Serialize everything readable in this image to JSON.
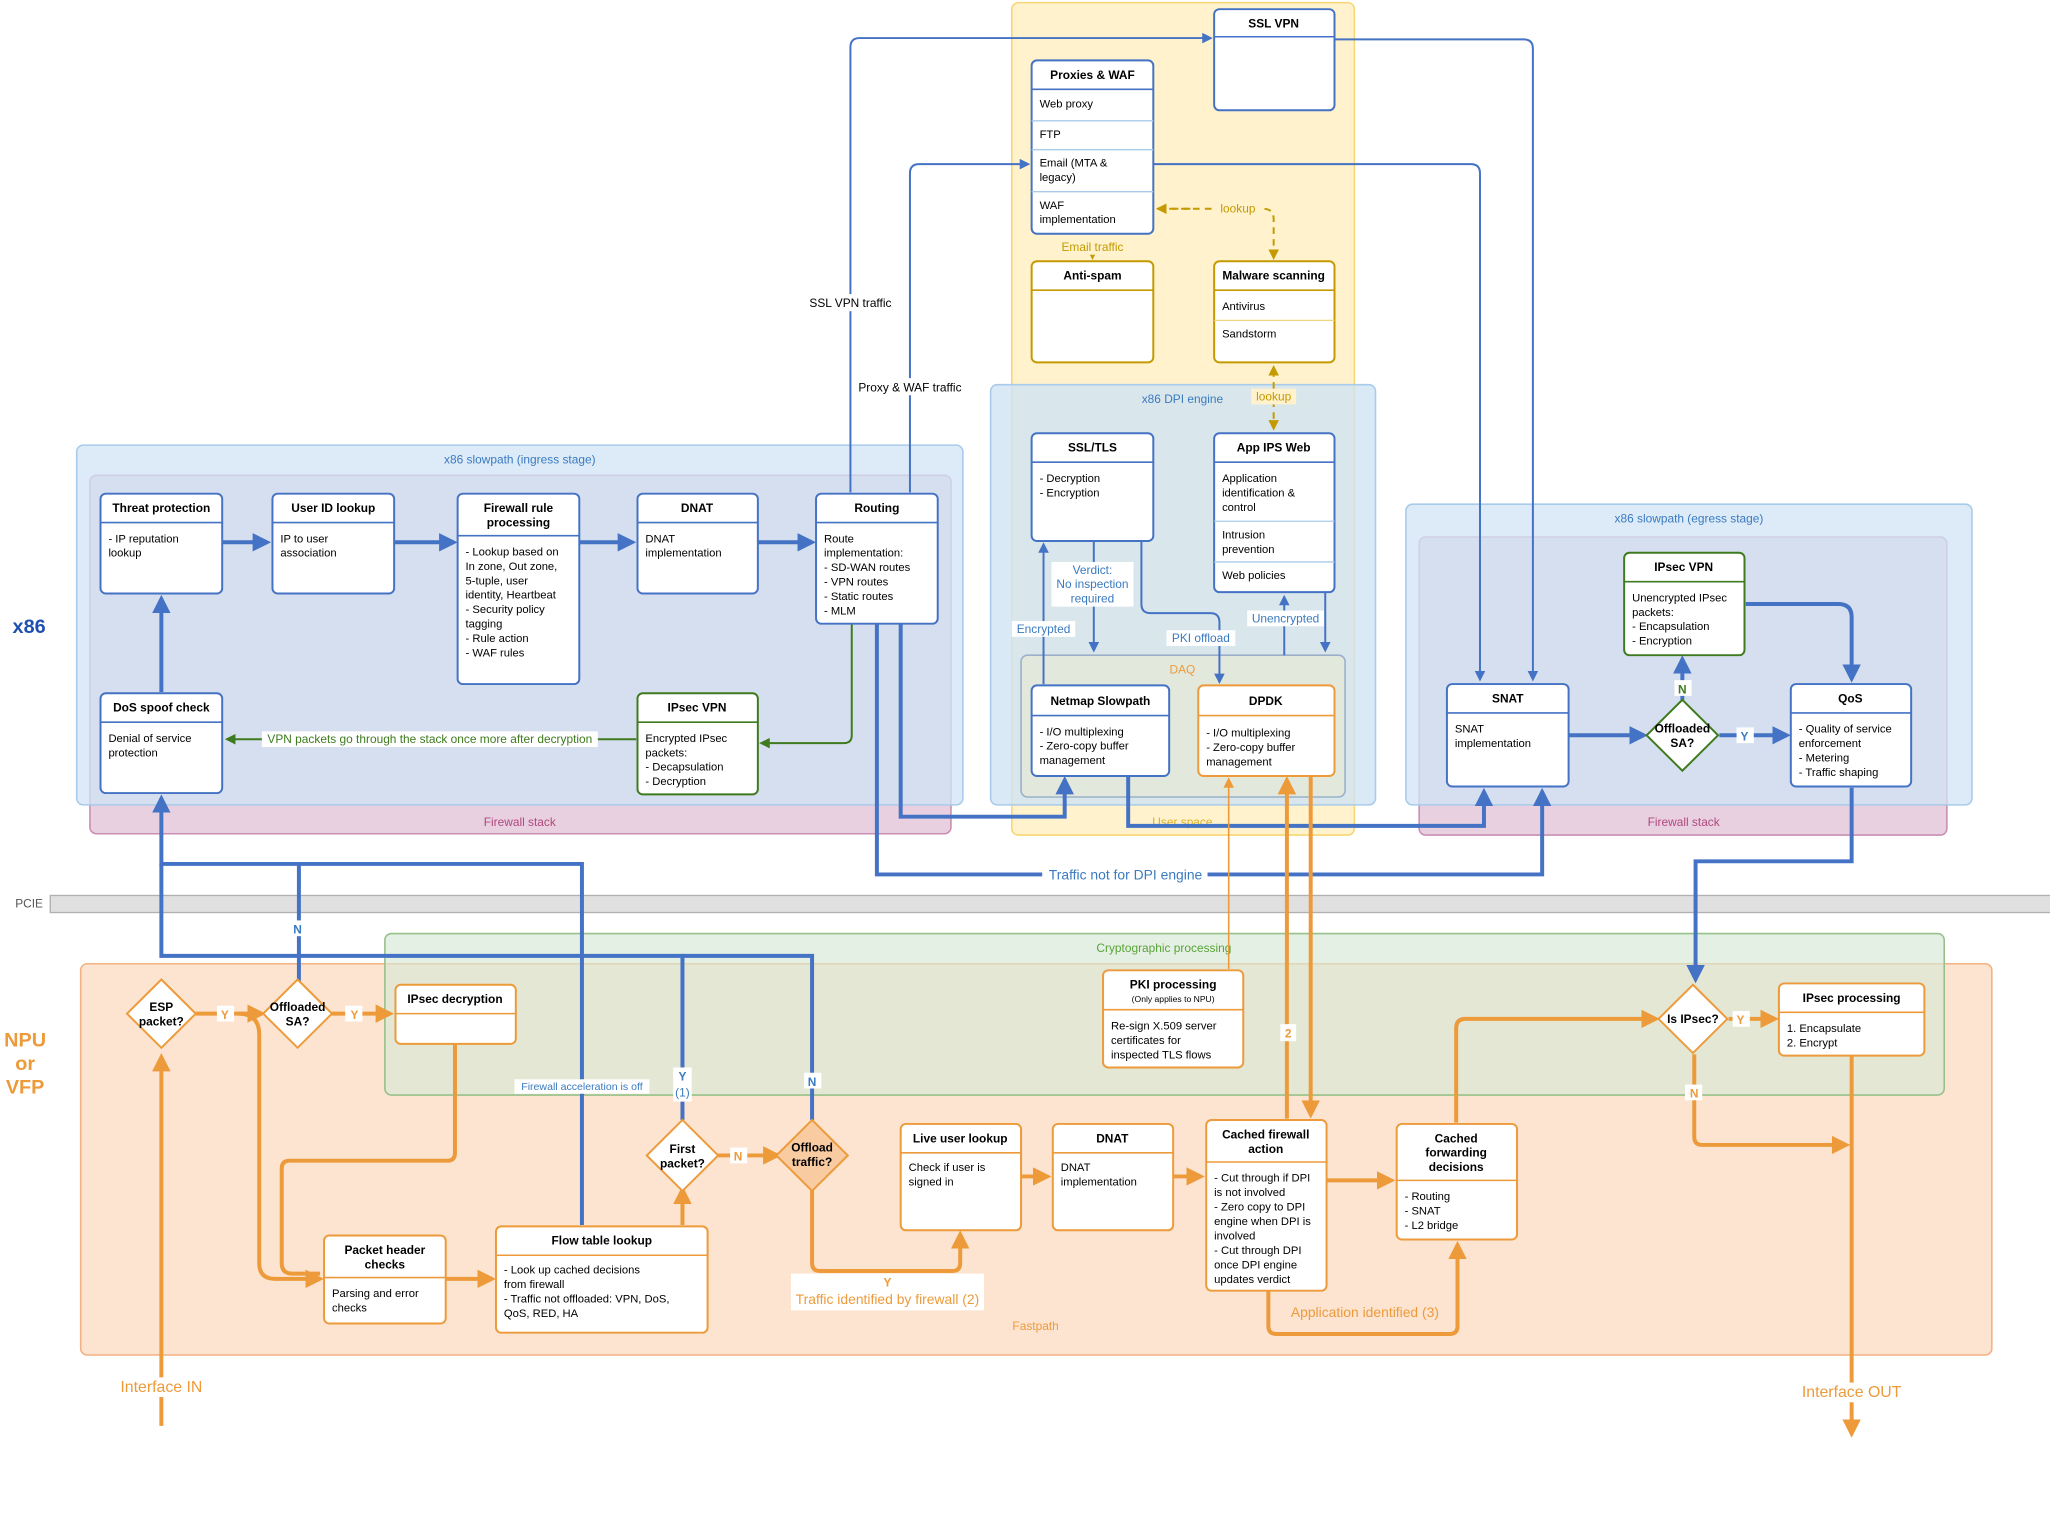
{
  "colors": {
    "blue": "#4472C4",
    "orange": "#ED9A3A",
    "green": "#3E7A1E",
    "gold": "#C49A00",
    "navy": "#1F4FB0"
  },
  "side_labels": {
    "x86": "x86",
    "npu": [
      "NPU",
      "or",
      "VFP"
    ],
    "pcie": "PCIE"
  },
  "regions": {
    "user_space": "User space",
    "dpi_engine": "x86 DPI engine",
    "ingress": "x86 slowpath (ingress stage)",
    "firewall_stack": "Firewall stack",
    "egress": "x86 slowpath (egress stage)",
    "firewall_stack2": "Firewall stack",
    "daq": "DAQ",
    "crypto": "Cryptographic processing",
    "fastpath": "Fastpath"
  },
  "boxes": {
    "ssl_vpn": {
      "title": "SSL VPN",
      "lines": []
    },
    "proxies_waf": {
      "title": "Proxies & WAF",
      "rows": [
        [
          "Web proxy"
        ],
        [
          "FTP"
        ],
        [
          "Email (MTA &",
          "legacy)"
        ],
        [
          "WAF",
          "implementation"
        ]
      ]
    },
    "anti_spam": {
      "title": "Anti-spam",
      "lines": []
    },
    "malware": {
      "title": "Malware scanning",
      "rows": [
        [
          "Antivirus"
        ],
        [
          "Sandstorm"
        ]
      ]
    },
    "ssl_tls": {
      "title": "SSL/TLS",
      "lines": [
        "- Decryption",
        "- Encryption"
      ]
    },
    "app_ips": {
      "title": "App IPS Web",
      "rows": [
        [
          "Application",
          "identification &",
          "control"
        ],
        [
          "Intrusion",
          "prevention"
        ],
        [
          "Web policies"
        ]
      ]
    },
    "threat": {
      "title": "Threat protection",
      "lines": [
        "- IP reputation",
        "lookup"
      ]
    },
    "userid": {
      "title": "User ID lookup",
      "lines": [
        "IP to user",
        "association"
      ]
    },
    "fwrule": {
      "title": [
        "Firewall rule",
        "processing"
      ],
      "lines": [
        "- Lookup based on",
        "In zone, Out zone,",
        "5-tuple, user",
        "identity, Heartbeat",
        "- Security policy",
        "tagging",
        "- Rule action",
        "- WAF rules"
      ]
    },
    "dnat_x86": {
      "title": "DNAT",
      "lines": [
        "DNAT",
        "implementation"
      ]
    },
    "routing": {
      "title": "Routing",
      "lines": [
        "Route",
        "implementation:",
        "- SD-WAN routes",
        "- VPN routes",
        "- Static routes",
        "- MLM"
      ]
    },
    "dos": {
      "title": "DoS spoof check",
      "lines": [
        "Denial of service",
        "protection"
      ]
    },
    "ipsec_in": {
      "title": "IPsec VPN",
      "lines": [
        "Encrypted IPsec",
        "packets:",
        "- Decapsulation",
        "- Decryption"
      ]
    },
    "netmap": {
      "title": "Netmap Slowpath",
      "lines": [
        "- I/O multiplexing",
        "- Zero-copy buffer",
        "management"
      ]
    },
    "dpdk": {
      "title": "DPDK",
      "lines": [
        "- I/O multiplexing",
        "- Zero-copy buffer",
        "management"
      ]
    },
    "snat": {
      "title": "SNAT",
      "lines": [
        "SNAT",
        "implementation"
      ]
    },
    "ipsec_out": {
      "title": "IPsec VPN",
      "lines": [
        "Unencrypted IPsec",
        "packets:",
        "- Encapsulation",
        "- Encryption"
      ]
    },
    "qos": {
      "title": "QoS",
      "lines": [
        "- Quality of service",
        "enforcement",
        "- Metering",
        "- Traffic shaping"
      ]
    },
    "ipsec_dec": {
      "title": "IPsec decryption",
      "lines": []
    },
    "pki": {
      "title": "PKI processing",
      "subtitle": "(Only applies to NPU)",
      "lines": [
        "Re-sign X.509 server",
        "certificates for",
        "inspected TLS flows"
      ]
    },
    "ipsec_proc": {
      "title": "IPsec processing",
      "lines": [
        "1. Encapsulate",
        "2. Encrypt"
      ]
    },
    "pkt_hdr": {
      "title": [
        "Packet header",
        "checks"
      ],
      "lines": [
        "Parsing and error",
        "checks"
      ]
    },
    "flow_tbl": {
      "title": "Flow table lookup",
      "lines": [
        "- Look up cached decisions",
        "from firewall",
        "- Traffic not offloaded: VPN, DoS,",
        "QoS, RED, HA"
      ]
    },
    "live_user": {
      "title": "Live user lookup",
      "lines": [
        "Check if user is",
        "signed in"
      ]
    },
    "dnat_fp": {
      "title": "DNAT",
      "lines": [
        "DNAT",
        "implementation"
      ]
    },
    "cached_fw": {
      "title": [
        "Cached firewall",
        "action"
      ],
      "lines": [
        "- Cut through if DPI",
        "is not involved",
        "- Zero copy to DPI",
        "engine when DPI is",
        "involved",
        "- Cut through DPI",
        "once DPI engine",
        "updates verdict"
      ]
    },
    "cached_fwd": {
      "title": [
        "Cached",
        "forwarding",
        "decisions"
      ],
      "lines": [
        "- Routing",
        "- SNAT",
        "- L2 bridge"
      ]
    }
  },
  "diamonds": {
    "esp": [
      "ESP",
      "packet?"
    ],
    "offloaded_sa_in": [
      "Offloaded",
      "SA?"
    ],
    "first": [
      "First",
      "packet?"
    ],
    "offload_traffic": [
      "Offload",
      "traffic?"
    ],
    "offloaded_sa_out": [
      "Offloaded",
      "SA?"
    ],
    "is_ipsec": [
      "Is IPsec?"
    ]
  },
  "labels": {
    "ssl_vpn_traffic": "SSL VPN traffic",
    "proxy_waf_traffic": "Proxy & WAF traffic",
    "email_traffic": "Email traffic",
    "lookup1": "lookup",
    "lookup2": "lookup",
    "verdict": [
      "Verdict:",
      "No inspection",
      "required"
    ],
    "encrypted": "Encrypted",
    "pki_offload": "PKI offload",
    "unencrypted": "Unencrypted",
    "vpn_again": "VPN packets go through the stack once more after decryption",
    "not_dpi": "Traffic not for DPI engine",
    "n1": "N",
    "y1": "Y",
    "y2": "Y",
    "y3": "Y",
    "one": "(1)",
    "n2": "N",
    "n3": "N",
    "fw_accel_off": "Firewall acceleration is off",
    "y_fw": "Y",
    "traffic_fw": "Traffic identified by firewall (2)",
    "two": "2",
    "app_id": "Application identified (3)",
    "n_sa": "N",
    "y_sa": "Y",
    "y_ipsec": "Y",
    "n_ipsec": "N",
    "iface_in": "Interface IN",
    "iface_out": "Interface OUT"
  }
}
